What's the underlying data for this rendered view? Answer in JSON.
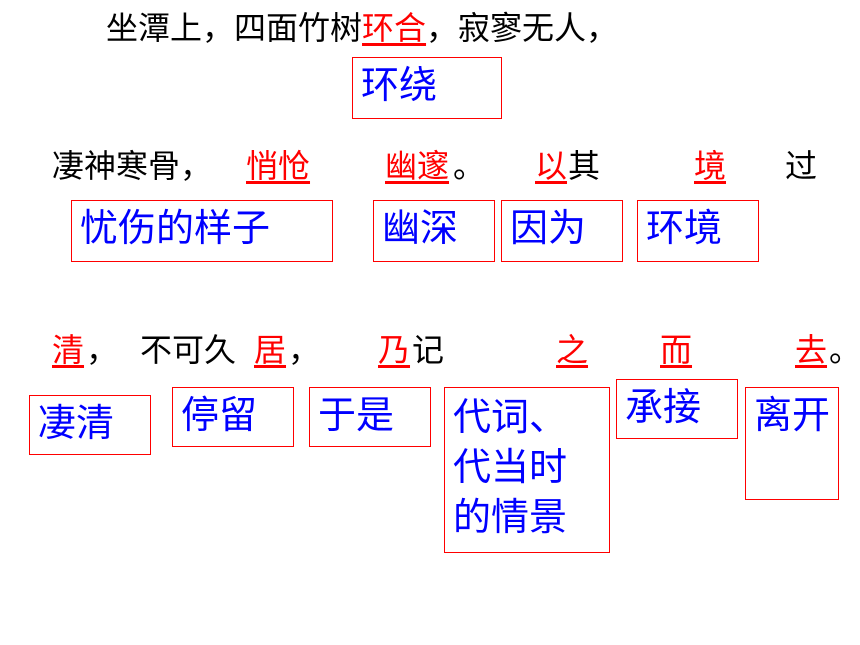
{
  "line1": {
    "a": "坐潭上，四面竹树",
    "hl": "环合",
    "b": "，寂寥无人，"
  },
  "line2": {
    "a": "凄神寒骨，",
    "w1": "悄怆",
    "w2": "幽邃",
    "dot": "。",
    "w3": "以",
    "qi": "其",
    "w4": "境",
    "guo": "过"
  },
  "line3": {
    "w1": "清",
    "comma1": "，",
    "text1": "不可久",
    "w2": "居",
    "comma2": "，",
    "w3": "乃",
    "ji": "记",
    "w4": "之",
    "w5": "而",
    "w6": "去",
    "end": "。"
  },
  "boxes": {
    "huanrao": "环绕",
    "youshang": "忧伤的样子",
    "youshen": "幽深",
    "yinwei": "因为",
    "huanjing": "环境",
    "qiqing": "凄清",
    "tingliu": "停留",
    "yushi": "于是",
    "daici": "代词、代当时的情景",
    "chengjie": "承接",
    "likai": "离开"
  },
  "colors": {
    "highlight": "#ff0000",
    "annotation": "#0000ff",
    "border": "#ff0000"
  }
}
